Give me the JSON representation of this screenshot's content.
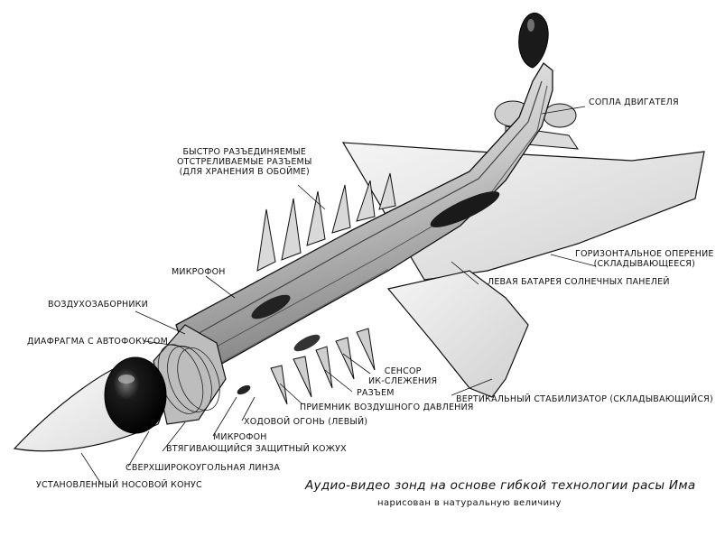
{
  "labels": {
    "engine_nozzle": "сопла двигателя",
    "removable_connectors": [
      "быстро разъединяемые",
      "отстреливаемые разъемы",
      "(для хранения в обойме)"
    ],
    "horizontal_fin": [
      "горизонтальное оперение",
      "(складывающееся)"
    ],
    "microphone_top": "микрофон",
    "air_intakes": "воздухозаборники",
    "left_solar_battery": "левая батарея солнечных панелей",
    "autofocus_diaphragm": "диафрагма с автофокусом",
    "ir_sensor": [
      "сенсор",
      "ик-слежения"
    ],
    "connector": "разъем",
    "air_pressure_receiver": "приемник воздушного давления",
    "vertical_stabilizer": "вертикальный стабилизатор (складывающийся)",
    "running_light": "ходовой огонь (левый)",
    "microphone_bottom": "микрофон",
    "retractable_casing": "втягивающийся защитный кожух",
    "wide_angle_lens": "сверхширокоугольная линза",
    "nose_cone": "установленный носовой конус"
  },
  "caption": {
    "main": "Аудио-видео зонд на основе гибкой технологии расы Има",
    "sub": "нарисован в натуральную величину"
  },
  "colors": {
    "ink": "#111111",
    "paper": "#ffffff",
    "shade_light": "#e2e2e2",
    "shade_mid": "#bdbdbd",
    "shade_dark": "#6e6e6e",
    "black": "#0b0b0b"
  }
}
